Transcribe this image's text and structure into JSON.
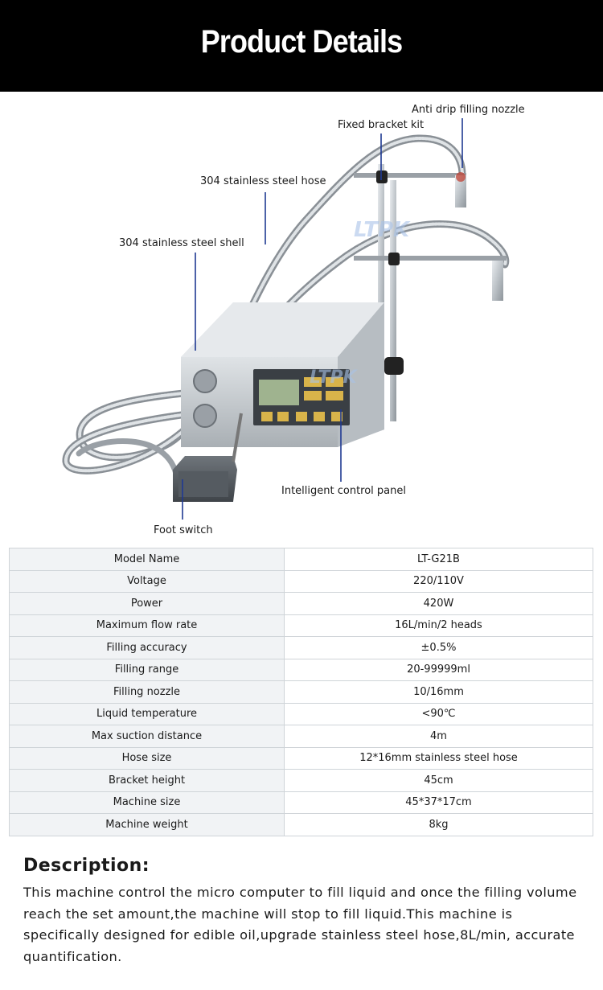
{
  "header": {
    "title": "Product Details"
  },
  "callouts": {
    "anti_drip": "Anti drip filling nozzle",
    "bracket_kit": "Fixed bracket kit",
    "hose": "304 stainless steel hose",
    "shell": "304 stainless steel shell",
    "control_panel": "Intelligent control panel",
    "foot_switch": "Foot switch"
  },
  "watermark": {
    "brand": "LTPK"
  },
  "specs": [
    {
      "key": "Model Name",
      "value": "LT-G21B"
    },
    {
      "key": "Voltage",
      "value": "220/110V"
    },
    {
      "key": "Power",
      "value": "420W"
    },
    {
      "key": "Maximum flow rate",
      "value": "16L/min/2 heads"
    },
    {
      "key": "Filling accuracy",
      "value": "±0.5%"
    },
    {
      "key": "Filling range",
      "value": "20-99999ml"
    },
    {
      "key": "Filling nozzle",
      "value": "10/16mm"
    },
    {
      "key": "Liquid temperature",
      "value": "<90℃"
    },
    {
      "key": "Max suction distance",
      "value": "4m"
    },
    {
      "key": "Hose size",
      "value": "12*16mm stainless steel hose"
    },
    {
      "key": "Bracket height",
      "value": "45cm"
    },
    {
      "key": "Machine size",
      "value": "45*37*17cm"
    },
    {
      "key": "Machine weight",
      "value": "8kg"
    }
  ],
  "description": {
    "title": "Description:",
    "body": "This machine control the micro computer to fill liquid and once the filling volume reach the set amount,the machine will stop to fill liquid.This machine is specifically designed for edible oil,upgrade stainless steel hose,8L/min, accurate quantification."
  },
  "colors": {
    "banner": "#000000",
    "callout_line": "#1f3a93",
    "table_border": "#cfd4d8",
    "key_cell": "#f1f3f5"
  }
}
